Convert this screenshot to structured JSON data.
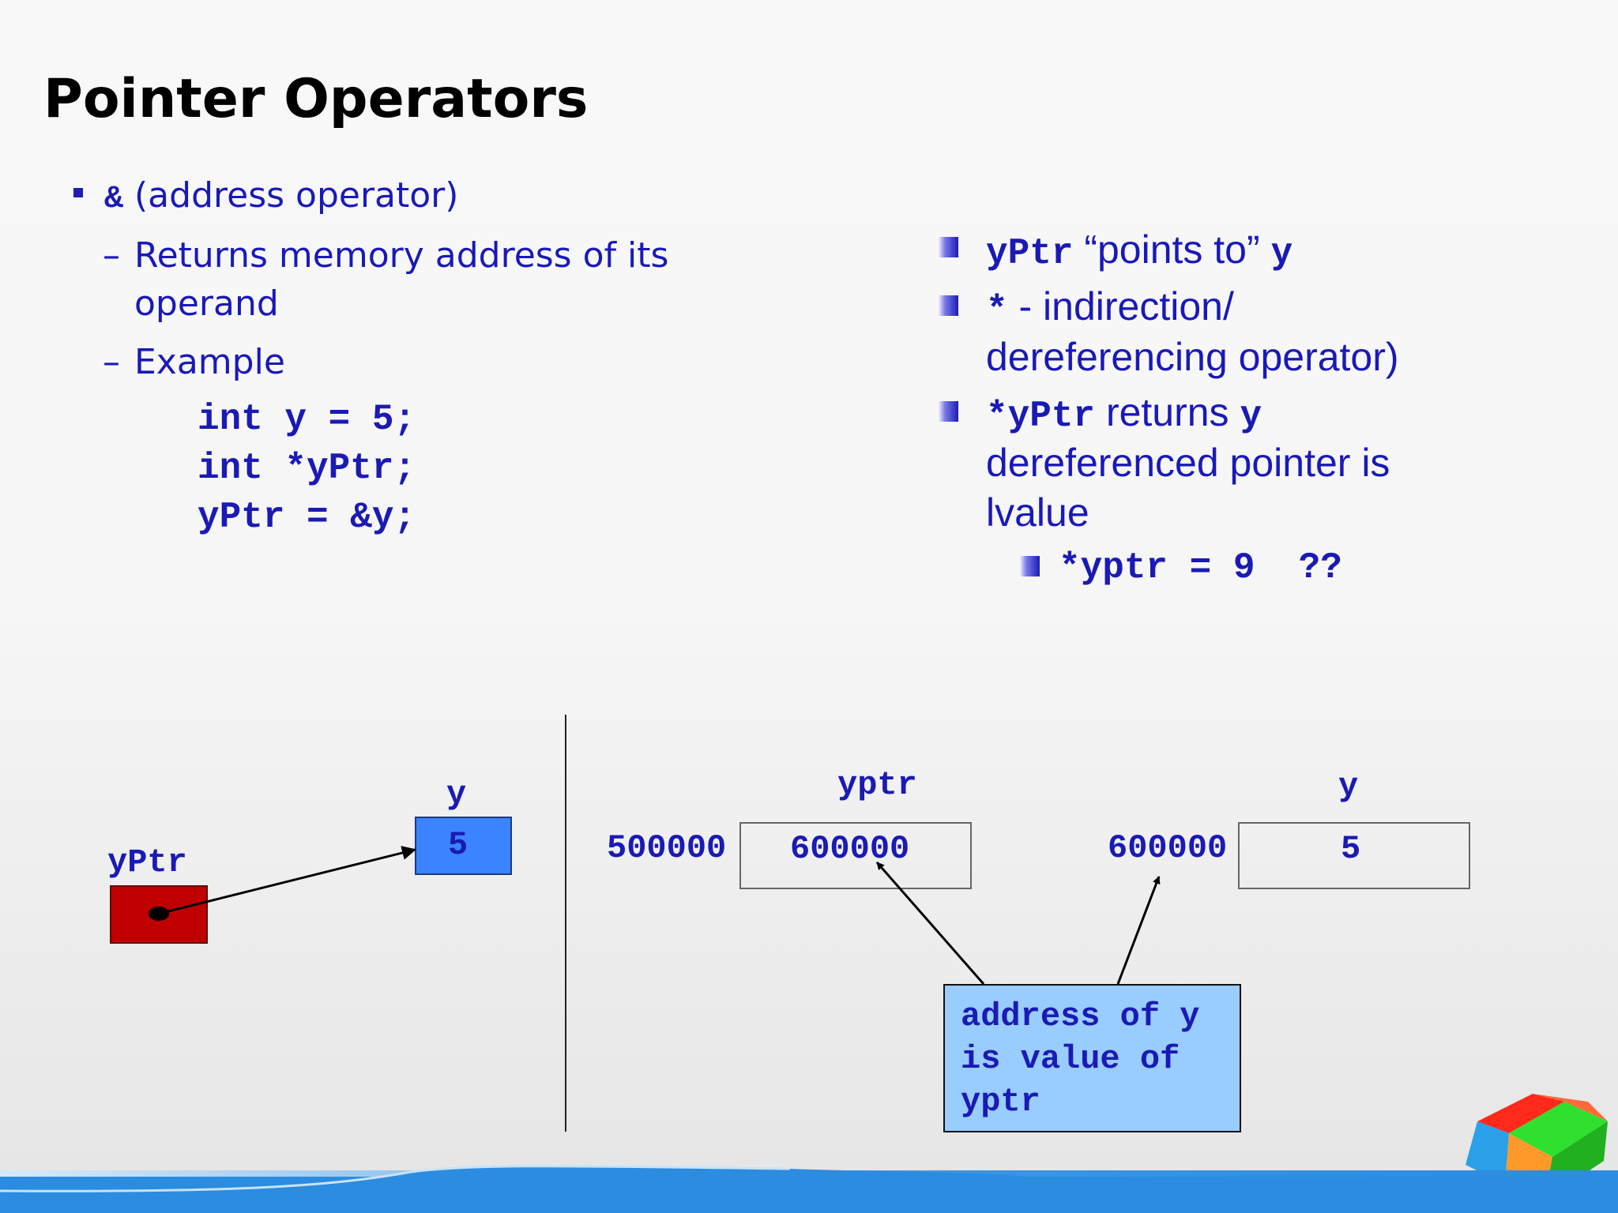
{
  "title": "Pointer Operators",
  "left": {
    "bullet_code": "&",
    "bullet_text": "(address operator)",
    "dash1_line1": "Returns memory address of its",
    "dash1_line2": "operand",
    "dash2": "Example",
    "code": [
      "int y = 5;",
      "int *yPtr;",
      "yPtr = &y;"
    ]
  },
  "right": {
    "b1_code1": "yPtr",
    "b1_text": "“points to”",
    "b1_code2": "y",
    "b2_code": "*",
    "b2_text1": "- indirection/",
    "b2_text2": "dereferencing operator)",
    "b3_code1": "*yPtr",
    "b3_text": "returns",
    "b3_code2": "y",
    "b3_line2": "dereferenced pointer is",
    "b3_line3": "lvalue",
    "sub_code": "*yptr = 9  ??"
  },
  "diagram_left": {
    "y_label": "y",
    "y_value": "5",
    "yptr_label": "yPtr",
    "y_box_color": "#3a84ff",
    "yptr_box_color": "#c00000"
  },
  "diagram_right": {
    "yptr_label": "yptr",
    "yptr_address": "500000",
    "yptr_value": "600000",
    "y_label": "y",
    "y_address": "600000",
    "y_value": "5",
    "callout": [
      "address of y",
      "is value of",
      "yptr"
    ],
    "callout_color": "#99ccff"
  }
}
